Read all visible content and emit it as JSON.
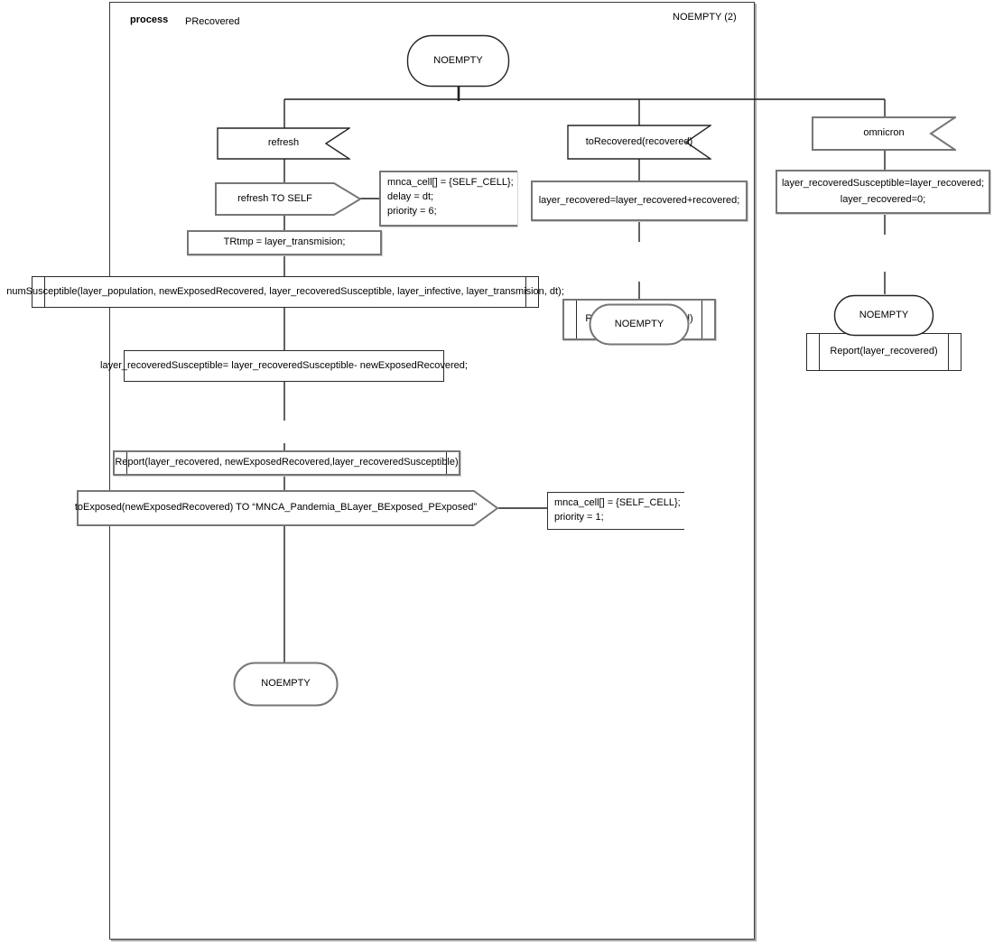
{
  "header": {
    "kind": "process",
    "name": "PRecovered",
    "state_ref": "NOEMPTY (2)"
  },
  "start_state": {
    "label": "NOEMPTY"
  },
  "colors": {
    "stroke_dark": "#242424",
    "stroke_gray": "#767676",
    "background": "#ffffff"
  },
  "branches": {
    "refresh": {
      "input_signal": "refresh",
      "send_to_self": "refresh TO SELF",
      "send_comment": [
        "mnca_cell[] = {SELF_CELL};",
        "delay = dt;",
        "priority = 6;"
      ],
      "assign_trtmp": "TRtmp = layer_transmision;",
      "procedure_call": "numSusceptible(layer_population, newExposedRecovered, layer_recoveredSusceptible, layer_infective, layer_transmision, dt);",
      "assign_susceptible": "layer_recoveredSusceptible= layer_recoveredSusceptible- newExposedRecovered;",
      "report_call": "Report(layer_recovered, newExposedRecovered,layer_recoveredSusceptible)",
      "send_exposed": "toExposed(newExposedRecovered) TO “MNCA_Pandemia_BLayer_BExposed_PExposed”",
      "send_exposed_comment": [
        "mnca_cell[] = {SELF_CELL};",
        "priority = 1;"
      ],
      "next_state": "NOEMPTY"
    },
    "to_recovered": {
      "input_signal": "toRecovered(recovered)",
      "assign": "layer_recovered=layer_recovered+recovered;",
      "report_call": "Report(layer_recovered)",
      "next_state": "NOEMPTY"
    },
    "omnicron": {
      "input_signal": "omnicron",
      "assign": [
        "layer_recoveredSusceptible=layer_recovered;",
        "layer_recovered=0;"
      ],
      "report_call": "Report(layer_recovered)",
      "next_state": "NOEMPTY"
    }
  }
}
